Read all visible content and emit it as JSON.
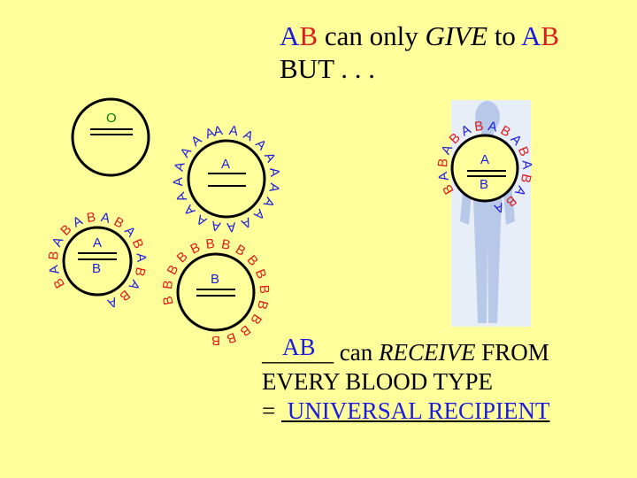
{
  "heading": {
    "line1_ab": "AB",
    "line1_middle": "can only",
    "line1_give": "GIVE",
    "line1_to": "to",
    "line1_a": "A",
    "line1_b": "B",
    "line2": "BUT . . ."
  },
  "footer": {
    "blank_prefix": "______",
    "answer": "AB",
    "can": "can",
    "receive": "RECEIVE",
    "from": "FROM",
    "line2": "EVERY BLOOD TYPE",
    "line3_prefix": "= ",
    "universal": "UNIVERSAL RECIPIENT"
  },
  "cells": [
    {
      "id": "type-o",
      "labels": [
        "O"
      ]
    },
    {
      "id": "type-a",
      "labels": [
        "A"
      ]
    },
    {
      "id": "type-b",
      "labels": [
        "B"
      ]
    },
    {
      "id": "type-ab-left",
      "labels": [
        "A",
        "B"
      ]
    },
    {
      "id": "type-ab-body",
      "labels": [
        "A",
        "B"
      ]
    }
  ],
  "antibody_glyphs": {
    "a": "A",
    "b": "B"
  },
  "colors": {
    "background": "#fefe9a",
    "antigen_a": "#1c1cdc",
    "antigen_b": "#dd1c1c",
    "cell_label_o": "#008000",
    "body_silhouette": "#b7c8e8"
  }
}
